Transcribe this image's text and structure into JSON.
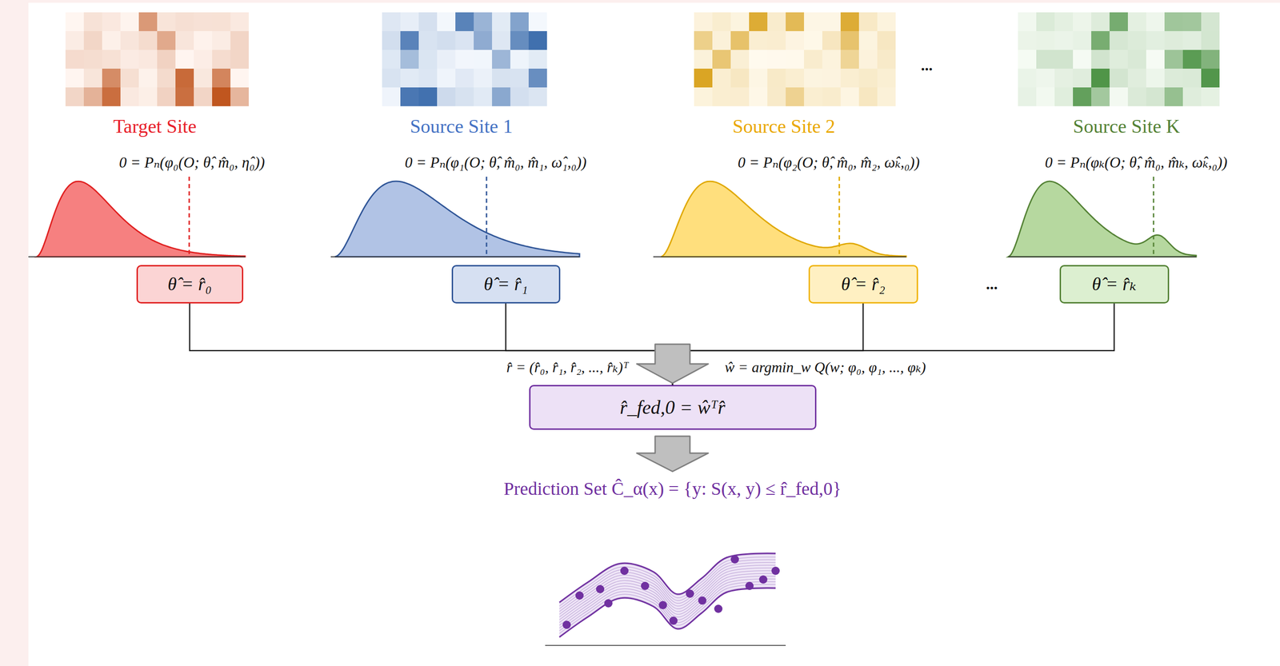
{
  "diagram": {
    "nodes": [
      {
        "text": [
          "θ̂ = r̂₀"
        ]
      },
      {
        "text": [
          "θ̂ = r̂₁"
        ]
      },
      {
        "text": [
          "θ̂ = r̂₂"
        ]
      },
      {
        "text": [
          "θ̂ = r̂ₖ"
        ]
      },
      {
        "text": [
          "r̂_fed,0 = ŵᵀr̂"
        ]
      }
    ],
    "edges": [
      {
        "from": 0,
        "to": 4,
        "arrow": "to"
      },
      {
        "from": 1,
        "to": 4,
        "arrow": "to"
      },
      {
        "from": 2,
        "to": 4,
        "arrow": "to"
      },
      {
        "from": 3,
        "to": 4,
        "arrow": "to"
      }
    ],
    "labels": [
      "Target Site",
      "Source Site 1",
      "Source Site 2",
      "...",
      "Source Site K",
      "0 = Pₙ(φ₀(O; θ̂, m̂₀, η̂₀))",
      "0 = Pₙ(φ₁(O; θ̂, m̂₀, m̂₁, ω̂₁,₀))",
      "0 = Pₙ(φ₂(O; θ̂, m̂₀, m̂₂, ω̂ₖ,₀))",
      "0 = Pₙ(φₖ(O; θ̂, m̂₀, m̂ₖ, ω̂ₖ,₀))",
      "...",
      "r̂ = (r̂₀, r̂₁, r̂₂, ..., r̂ₖ)ᵀ",
      "ŵ = argmin_w Q(w; φ₀, φ₁, ..., φₖ)",
      "Prediction Set Ĉ_α(x) = {y: S(x, y) ≤ r̂_fed,0}"
    ]
  }
}
